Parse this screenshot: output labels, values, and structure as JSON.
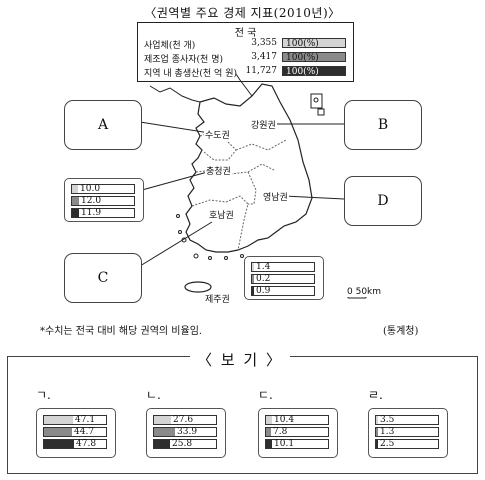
{
  "title": "〈권역별 주요 경제 지표(2010년)〉",
  "national": {
    "header": "전 국",
    "rows": [
      {
        "label": "사업체(천 개)",
        "value": "3,355",
        "bar": "100(%)",
        "color": "#d4d4d4",
        "text_color": "#111111"
      },
      {
        "label": "제조업 종사자(천 명)",
        "value": "3,417",
        "bar": "100(%)",
        "color": "#8a8a8a",
        "text_color": "#111111"
      },
      {
        "label": "지역 내 총생산(천 억 원)",
        "value": "11,727",
        "bar": "100(%)",
        "color": "#2e2e2e",
        "text_color": "#ffffff"
      }
    ]
  },
  "regions": {
    "seoul": "수도권",
    "gangwon": "강원권",
    "chungcheong": "충청권",
    "honam": "호남권",
    "yeongnam": "영남권",
    "jeju": "제주권"
  },
  "boxes": {
    "a": "A",
    "b": "B",
    "c": "C",
    "d": "D"
  },
  "chungcheong_values": [
    {
      "text": "10.0",
      "pct": 10.0
    },
    {
      "text": "12.0",
      "pct": 12.0
    },
    {
      "text": "11.9",
      "pct": 11.9
    }
  ],
  "jeju_values": [
    {
      "text": "1.4",
      "pct": 1.4
    },
    {
      "text": "0.2",
      "pct": 0.2
    },
    {
      "text": "0.9",
      "pct": 0.9
    }
  ],
  "scale": "0  50km",
  "note": "*수치는 전국 대비 해당 권역의 비율임.",
  "source": "(통계청)",
  "bogi_title": "〈 보 기 〉",
  "options": [
    {
      "label": "ㄱ.",
      "values": [
        {
          "text": "47.1",
          "pct": 47.1
        },
        {
          "text": "44.7",
          "pct": 44.7
        },
        {
          "text": "47.8",
          "pct": 47.8
        }
      ]
    },
    {
      "label": "ㄴ.",
      "values": [
        {
          "text": "27.6",
          "pct": 27.6
        },
        {
          "text": "33.9",
          "pct": 33.9
        },
        {
          "text": "25.8",
          "pct": 25.8
        }
      ]
    },
    {
      "label": "ㄷ.",
      "values": [
        {
          "text": "10.4",
          "pct": 10.4
        },
        {
          "text": "7.8",
          "pct": 7.8
        },
        {
          "text": "10.1",
          "pct": 10.1
        }
      ]
    },
    {
      "label": "ㄹ.",
      "values": [
        {
          "text": "3.5",
          "pct": 3.5
        },
        {
          "text": "1.3",
          "pct": 1.3
        },
        {
          "text": "2.5",
          "pct": 2.5
        }
      ]
    }
  ],
  "bar_colors": [
    "#d4d4d4",
    "#8a8a8a",
    "#2e2e2e"
  ]
}
